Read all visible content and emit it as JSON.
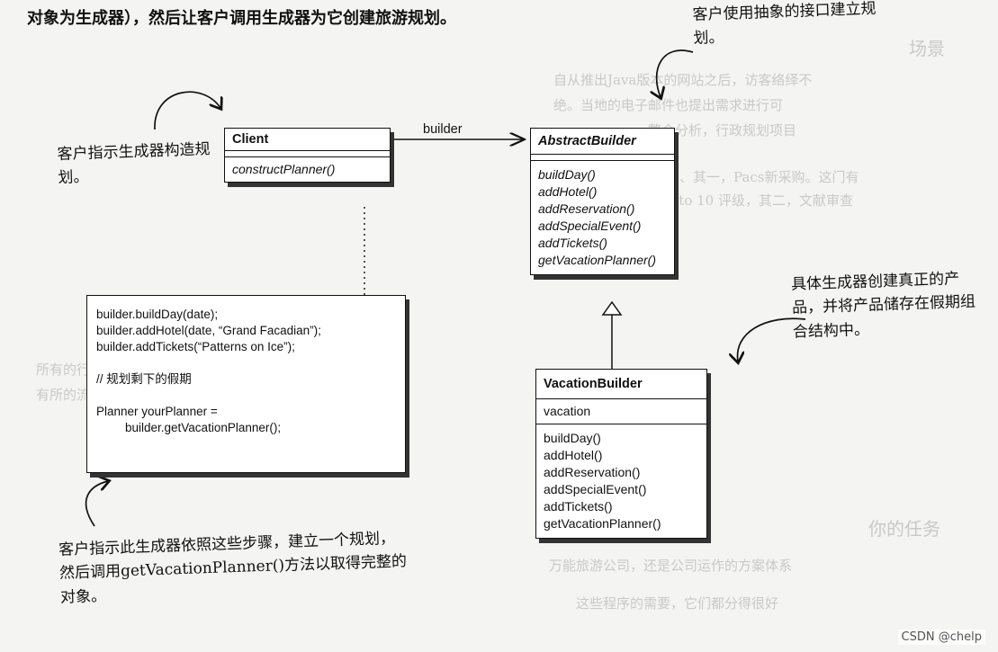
{
  "header_text": "对象为生成器），然后让客户调用生成器为它创建旅游规划。",
  "annotations": {
    "top_right": "客户使用抽象的接口建立规划。",
    "left": "客户指示生成器构造规划。",
    "right": "具体生成器创建真正的产品，并将产品储存在假期组合结构中。",
    "bottom": "客户指示此生成器依照这些步骤，建立一个规划，然后调用getVacationPlanner()方法以取得完整的对象。"
  },
  "client": {
    "name": "Client",
    "methods": [
      "constructPlanner()"
    ]
  },
  "association_label": "builder",
  "abstract_builder": {
    "name": "AbstractBuilder",
    "methods": [
      "buildDay()",
      "addHotel()",
      "addReservation()",
      "addSpecialEvent()",
      "addTickets()",
      "getVacationPlanner()"
    ]
  },
  "vacation_builder": {
    "name": "VacationBuilder",
    "attributes": [
      "vacation"
    ],
    "methods": [
      "buildDay()",
      "addHotel()",
      "addReservation()",
      "addSpecialEvent()",
      "addTickets()",
      "getVacationPlanner()"
    ]
  },
  "code_note": {
    "lines": [
      "builder.buildDay(date);",
      "builder.addHotel(date, “Grand Facadian”);",
      "builder.addTickets(“Patterns on Ice”);",
      "// 规划剩下的假期",
      "Planner yourPlanner =",
      "builder.getVacationPlanner();"
    ]
  },
  "watermark": "CSDN @chelp"
}
